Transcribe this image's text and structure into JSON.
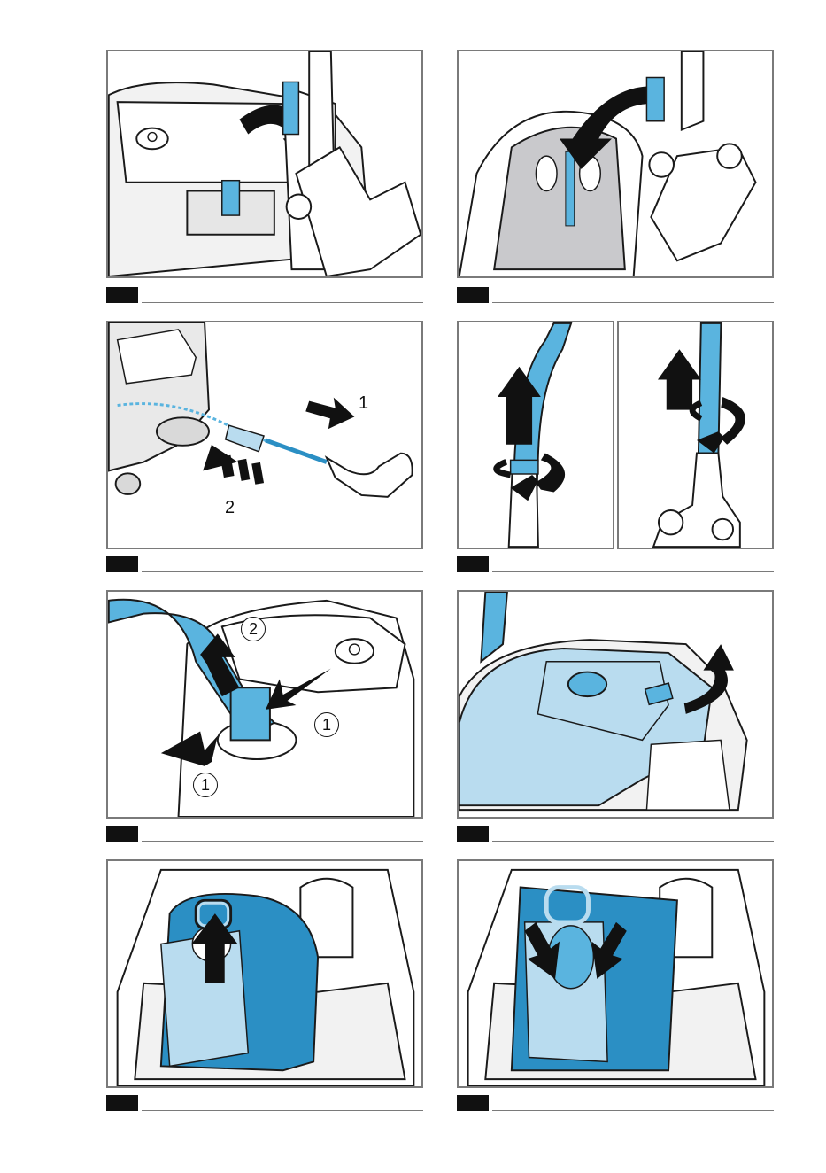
{
  "steps": [
    {
      "id": "step-1",
      "callouts": []
    },
    {
      "id": "step-2",
      "callouts": []
    },
    {
      "id": "step-3",
      "callouts": [
        "1",
        "2"
      ]
    },
    {
      "id": "step-4a",
      "callouts": []
    },
    {
      "id": "step-4b",
      "callouts": []
    },
    {
      "id": "step-5",
      "callouts": [
        "2",
        "1",
        "1"
      ]
    },
    {
      "id": "step-6",
      "callouts": []
    },
    {
      "id": "step-7",
      "callouts": []
    },
    {
      "id": "step-8",
      "callouts": []
    }
  ],
  "colors": {
    "accent_blue": "#5ab4df",
    "dark_blue": "#2b8fc4",
    "light_blue": "#b9dcef",
    "line": "#1a1a1a",
    "frame": "#7a7a7a",
    "grey": "#e6e6e6",
    "label_block": "#111111"
  }
}
